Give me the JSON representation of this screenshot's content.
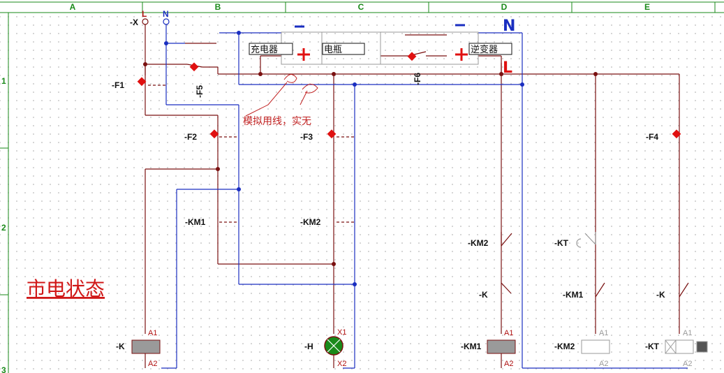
{
  "grid": {
    "columns": [
      "A",
      "B",
      "C",
      "D",
      "E"
    ],
    "rows": [
      "1",
      "2",
      "3"
    ]
  },
  "terminals": {
    "x_label": "-X",
    "l_label": "L",
    "n_label": "N"
  },
  "devices": {
    "charger": "充电器",
    "battery": "电瓶",
    "inverter": "逆变器"
  },
  "labels": {
    "f1": "-F1",
    "f2": "-F2",
    "f3": "-F3",
    "f4": "-F4",
    "f5": "-F5",
    "f6": "-F6",
    "km1_contact": "-KM1",
    "km2_contact": "-KM2",
    "km2_contact_d": "-KM2",
    "kt_contact": "-KT",
    "k_contact_d": "-K",
    "km1_contact_e": "-KM1",
    "k_contact_e": "-K",
    "coil_k": "-K",
    "lamp_h": "-H",
    "coil_km1": "-KM1",
    "coil_km2": "-KM2",
    "coil_kt": "-KT"
  },
  "coil_terms": {
    "a1": "A1",
    "a2": "A2",
    "x1": "X1",
    "x2": "X2"
  },
  "annotations": {
    "n_hand": "N",
    "l_hand": "L",
    "sim_wire": "模拟用线，实无",
    "state": "市电状态"
  },
  "colors": {
    "live": "#7a1010",
    "neutral": "#1a2ec0",
    "inactive": "#9a9a9a",
    "grid_text": "#1a8a1a",
    "accent_red": "#e01010"
  }
}
